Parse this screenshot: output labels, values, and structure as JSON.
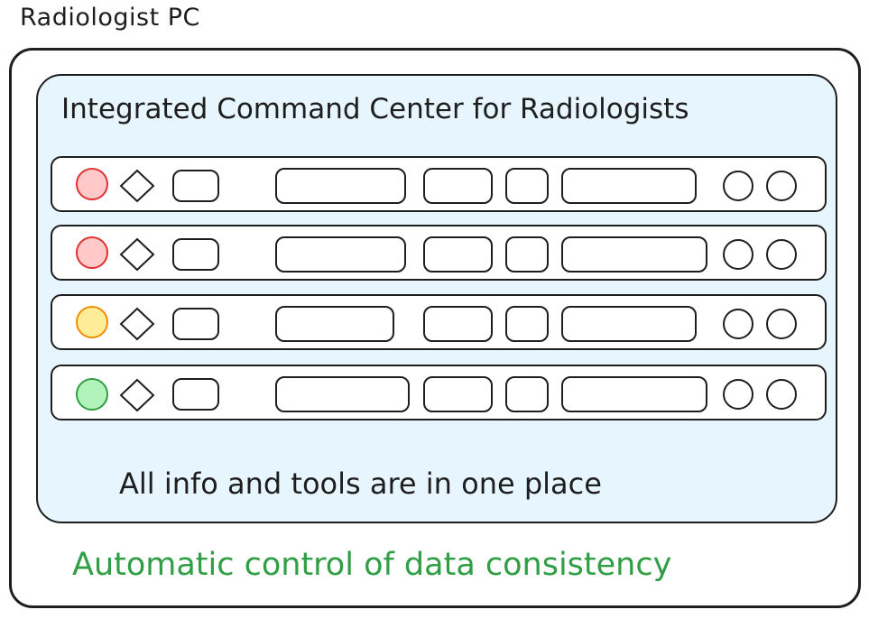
{
  "pc": {
    "label": "Radiologist PC"
  },
  "panel": {
    "title": "Integrated Command Center for Radiologists",
    "footer": "All info and tools are in one place"
  },
  "bottom_note": {
    "text": "Automatic control of data consistency",
    "color": "#2f9e44"
  },
  "colors": {
    "panel_fill": "#e7f5ff",
    "stroke": "#1e1e1e"
  },
  "rows": [
    {
      "status": "red",
      "status_fill": "#ffc9c9",
      "status_stroke": "#e03131"
    },
    {
      "status": "red",
      "status_fill": "#ffc9c9",
      "status_stroke": "#e03131"
    },
    {
      "status": "yellow",
      "status_fill": "#ffec99",
      "status_stroke": "#f08c00"
    },
    {
      "status": "green",
      "status_fill": "#b2f2bb",
      "status_stroke": "#2f9e44"
    }
  ]
}
